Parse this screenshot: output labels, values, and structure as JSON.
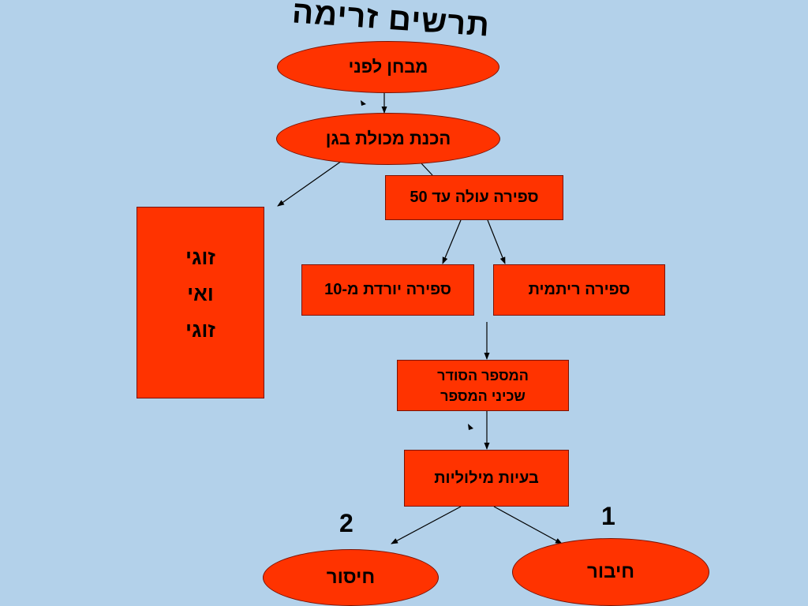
{
  "title": "תרשים זרימה",
  "nodes": {
    "pretest": "מבחן לפני",
    "kindergarten_prep": "הכנת מכולת בגן",
    "count_up_50": "ספירה עולה עד 50",
    "even_odd": [
      "זוגי",
      "ואי",
      "זוגי"
    ],
    "count_down_10": "ספירה יורדת מ-10",
    "rhythmic_count": "ספירה ריתמית",
    "ordinal_neighbors": [
      "המספר הסודר",
      "שכיני המספר"
    ],
    "word_problems": "בעיות מילוליות",
    "subtraction": "חיסור",
    "addition": "חיבור"
  },
  "labels": {
    "one": "1",
    "two": "2"
  },
  "colors": {
    "background": "#b3d1ea",
    "node_fill": "#ff3300",
    "node_border": "#7a1200",
    "connector": "#000000"
  }
}
